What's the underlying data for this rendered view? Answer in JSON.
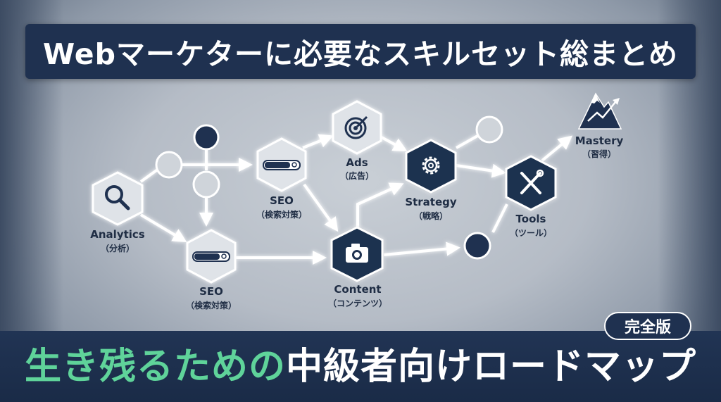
{
  "title": "Webマーケターに必要なスキルセット総まとめ",
  "subtitle": {
    "highlight": "生き残るための",
    "rest": "中級者向けロードマップ"
  },
  "badge": "完全版",
  "nodes": {
    "analytics": {
      "name": "Analytics",
      "sub": "（分析）",
      "icon": "magnifier-icon"
    },
    "seo_upper": {
      "name": "SEO",
      "sub": "（検索対策）",
      "icon": "search-bar-icon"
    },
    "seo_lower": {
      "name": "SEO",
      "sub": "（検索対策）",
      "icon": "search-bar-icon"
    },
    "ads": {
      "name": "Ads",
      "sub": "（広告）",
      "icon": "target-icon"
    },
    "content": {
      "name": "Content",
      "sub": "（コンテンツ）",
      "icon": "camera-icon"
    },
    "strategy": {
      "name": "Strategy",
      "sub": "（戦略）",
      "icon": "gear-icon"
    },
    "tools": {
      "name": "Tools",
      "sub": "（ツール）",
      "icon": "wrench-screwdriver-icon"
    },
    "mastery": {
      "name": "Mastery",
      "sub": "（習得）",
      "icon": "mountain-icon"
    }
  },
  "colors": {
    "navy": "#1f3150",
    "green": "#5fd39a",
    "hex_fill": "#dfe3e8",
    "circle_fill": "#cfd4da",
    "line": "#ffffff"
  }
}
